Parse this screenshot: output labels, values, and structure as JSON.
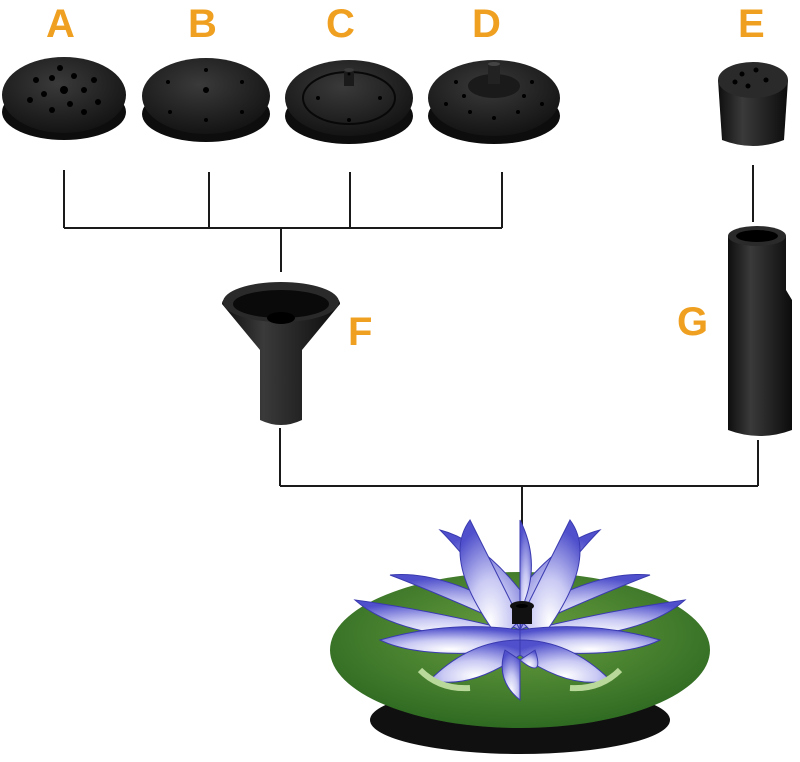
{
  "colors": {
    "label": "#f0a020",
    "connector": "#1a1a1a",
    "plastic": "#1c1c1c",
    "leaf": "#3f7a2c",
    "petal": "#6a6ad8"
  },
  "labels": {
    "a": "A",
    "b": "B",
    "c": "C",
    "d": "D",
    "e": "E",
    "f": "F",
    "g": "G"
  },
  "parts": [
    {
      "id": "a",
      "kind": "nozzle-disc",
      "icon": "spray-head-icon"
    },
    {
      "id": "b",
      "kind": "nozzle-disc",
      "icon": "spray-head-icon"
    },
    {
      "id": "c",
      "kind": "nozzle-disc",
      "icon": "spray-head-icon"
    },
    {
      "id": "d",
      "kind": "nozzle-disc",
      "icon": "spray-head-icon"
    },
    {
      "id": "e",
      "kind": "nozzle-cap",
      "icon": "nozzle-cap-icon"
    },
    {
      "id": "f",
      "kind": "funnel-adapter",
      "icon": "funnel-icon"
    },
    {
      "id": "g",
      "kind": "extension-tube",
      "icon": "tube-icon"
    }
  ],
  "fountain": {
    "icon": "lotus-fountain-icon"
  }
}
